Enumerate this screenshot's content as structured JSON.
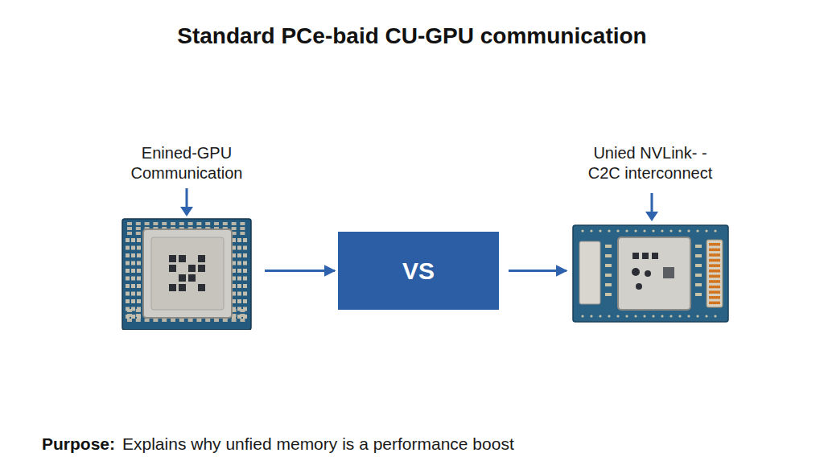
{
  "diagram": {
    "title": "Standard PCe-baid CU-GPU communication",
    "nodes": [
      {
        "text": [
          "Enined-GPU Communication"
        ]
      },
      {
        "text": [
          "VS"
        ]
      },
      {
        "text": [
          "Unied NVLink- -C2C interconnect"
        ]
      }
    ],
    "edges": [
      {
        "from": 0,
        "to": 1,
        "arrow": "to"
      },
      {
        "from": 1,
        "to": 2,
        "arrow": "to"
      }
    ],
    "labels": [
      "Purpose:",
      "Explains why unfied memory is a performance boost"
    ]
  }
}
